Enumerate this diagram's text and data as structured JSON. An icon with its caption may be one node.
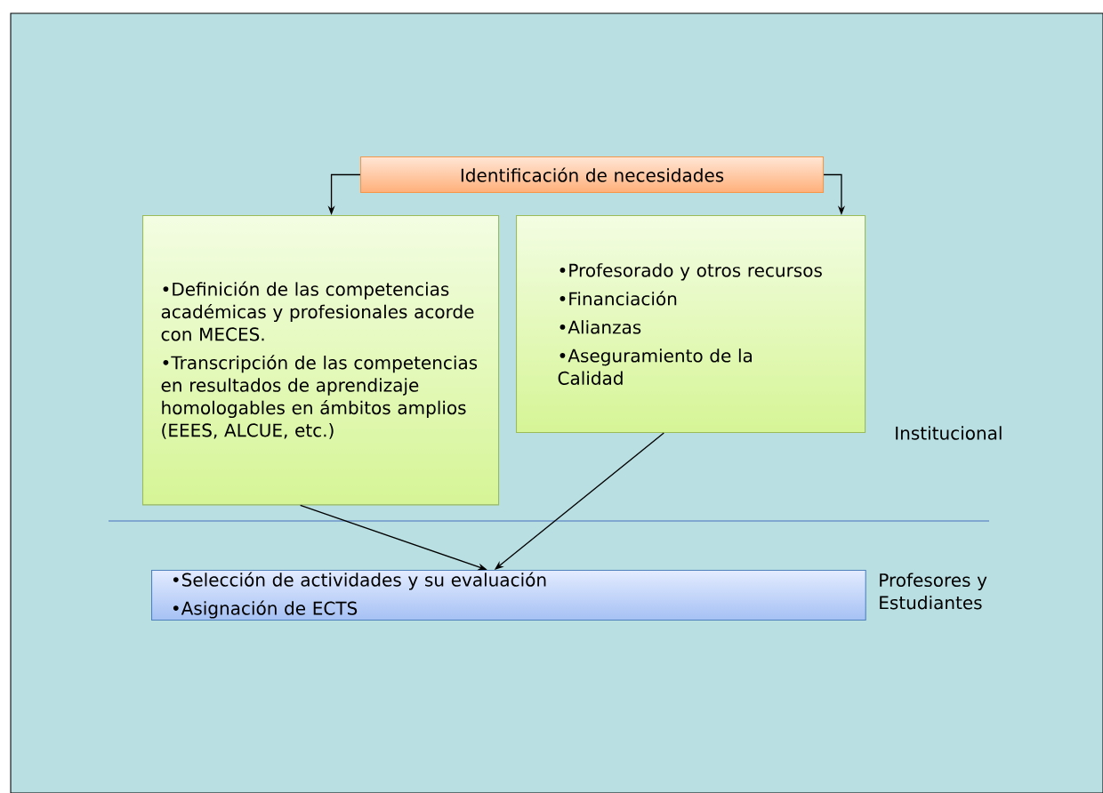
{
  "diagram": {
    "nodes": [
      {
        "text": [
          "Identificación de necesidades"
        ]
      },
      {
        "text": [
          "•Definición de las competencias académicas y profesionales acorde con MECES.",
          "•Transcripción de las competencias en resultados de aprendizaje homologables en ámbitos amplios (EEES, ALCUE, etc.)"
        ]
      },
      {
        "text": [
          "•Profesorado y otros recursos",
          "•Financiación",
          "•Alianzas",
          "•Aseguramiento de la Calidad"
        ]
      },
      {
        "text": [
          "•Selección de actividades y su evaluación",
          "•Asignación de ECTS"
        ]
      }
    ],
    "edges": [
      {
        "from": 0,
        "to": 1,
        "arrow": "to"
      },
      {
        "from": 0,
        "to": 2,
        "arrow": "to"
      },
      {
        "from": 1,
        "to": 3,
        "arrow": "to"
      },
      {
        "from": 2,
        "to": 3,
        "arrow": "to"
      }
    ],
    "labels": [
      "Institucional",
      "Profesores y Estudiantes"
    ]
  }
}
